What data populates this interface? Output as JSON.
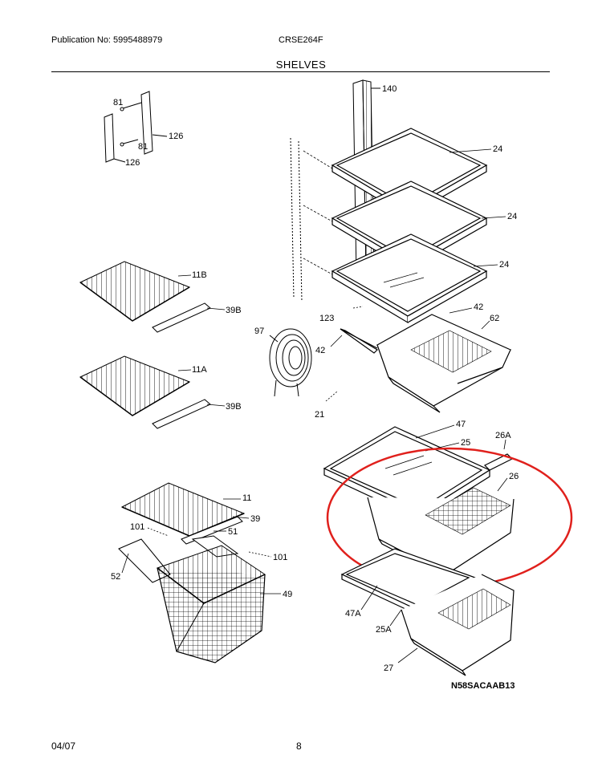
{
  "header": {
    "publication": "Publication No: 5995488979",
    "model": "CRSE264F",
    "section": "SHELVES"
  },
  "footer": {
    "date": "04/07",
    "page": "8"
  },
  "diagram_code": "N58SACAAB13",
  "callouts": {
    "c140": "140",
    "c81a": "81",
    "c81b": "81",
    "c126a": "126",
    "c126b": "126",
    "c24a": "24",
    "c24b": "24",
    "c24c": "24",
    "c11b": "11B",
    "c39ba": "39B",
    "c11a": "11A",
    "c39bb": "39B",
    "c97": "97",
    "c123": "123",
    "c42a": "42",
    "c62": "62",
    "c42b": "42",
    "c21": "21",
    "c47": "47",
    "c25": "25",
    "c26a": "26A",
    "c26": "26",
    "c11": "11",
    "c39": "39",
    "c101a": "101",
    "c51": "51",
    "c101b": "101",
    "c52": "52",
    "c49": "49",
    "c47a": "47A",
    "c25a": "25A",
    "c27": "27"
  },
  "colors": {
    "line": "#000000",
    "highlight": "#e0201c"
  }
}
